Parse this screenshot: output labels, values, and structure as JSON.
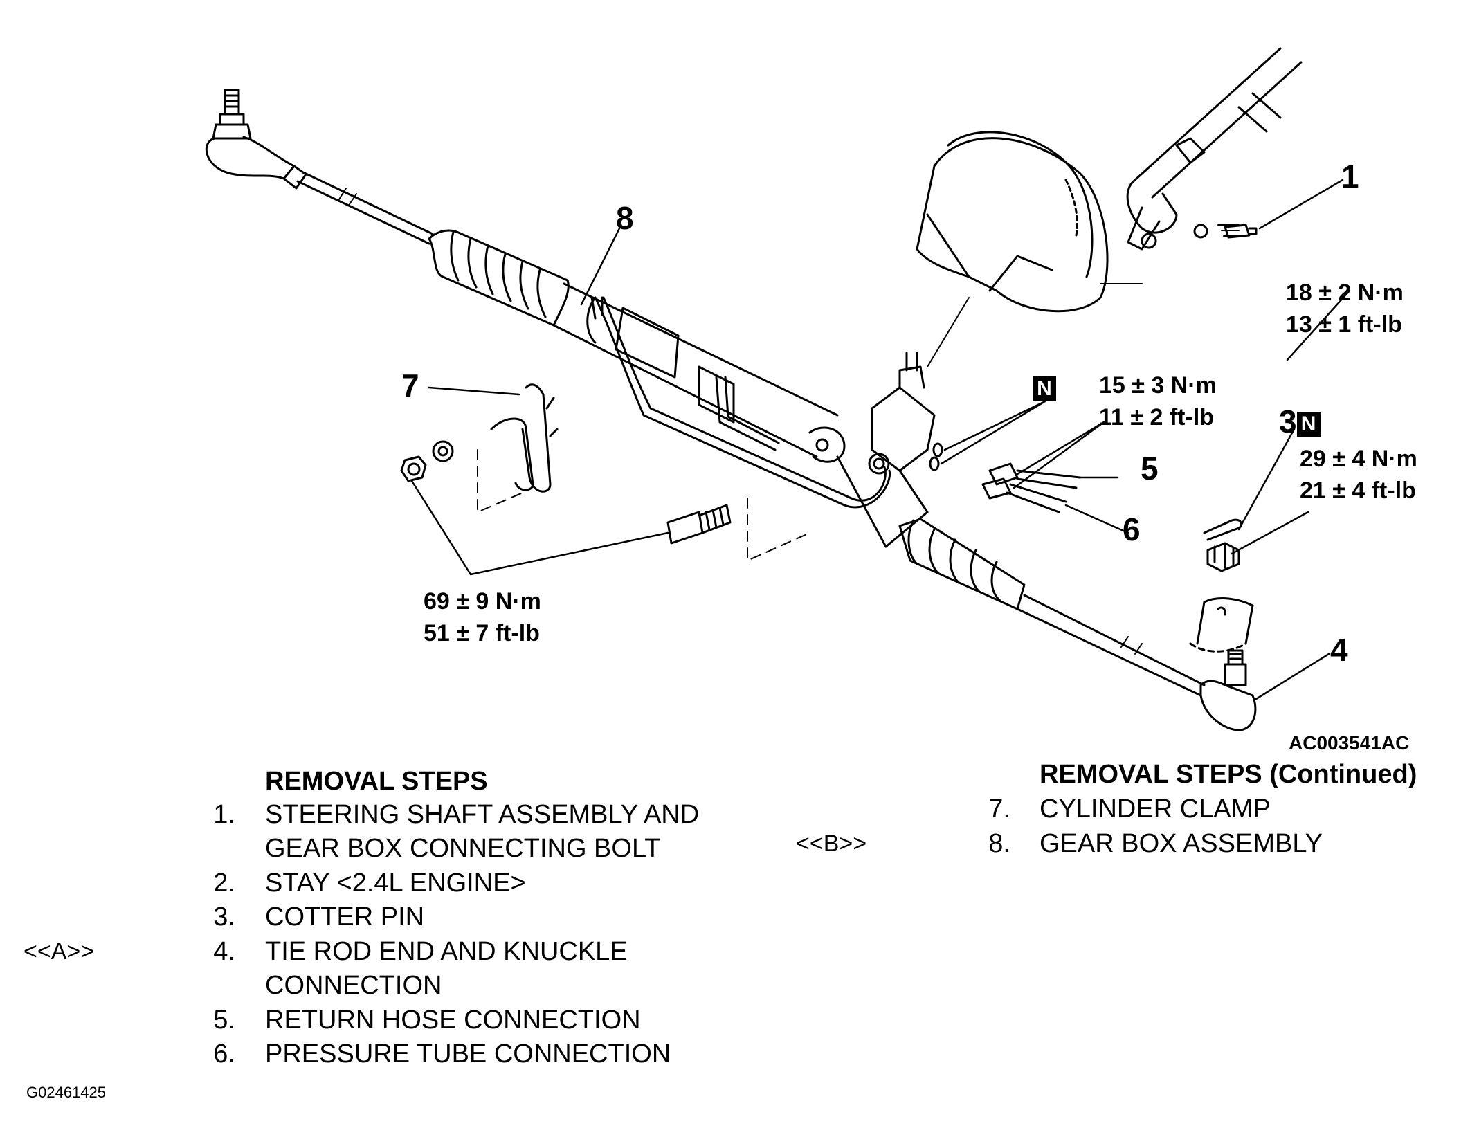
{
  "callouts": {
    "c1": "1",
    "c3": "3",
    "c4": "4",
    "c5": "5",
    "c6": "6",
    "c7": "7",
    "c8": "8",
    "n_mark": "N"
  },
  "torques": {
    "t1_nm": "18 ± 2 N·m",
    "t1_ft": "13 ± 1 ft-lb",
    "t5_nm": "15 ± 3 N·m",
    "t5_ft": "11 ± 2 ft-lb",
    "t3_nm": "29 ± 4 N·m",
    "t3_ft": "21 ± 4 ft-lb",
    "t7_nm": "69 ± 9 N·m",
    "t7_ft": "51 ± 7 ft-lb"
  },
  "diagram_code": "AC003541AC",
  "figure_code": "G02461425",
  "removal_steps": {
    "title": "REMOVAL STEPS",
    "items": [
      {
        "num": "1.",
        "lines": [
          "STEERING SHAFT ASSEMBLY AND",
          "GEAR BOX CONNECTING BOLT"
        ]
      },
      {
        "num": "2.",
        "lines": [
          "STAY <2.4L ENGINE>"
        ]
      },
      {
        "num": "3.",
        "lines": [
          "COTTER PIN"
        ]
      },
      {
        "num": "4.",
        "lines": [
          "TIE ROD END AND KNUCKLE",
          "CONNECTION"
        ],
        "ref": "<<A>>"
      },
      {
        "num": "5.",
        "lines": [
          "RETURN HOSE CONNECTION"
        ]
      },
      {
        "num": "6.",
        "lines": [
          "PRESSURE TUBE CONNECTION"
        ]
      }
    ]
  },
  "removal_steps_continued": {
    "title": "REMOVAL STEPS (Continued)",
    "items": [
      {
        "num": "7.",
        "lines": [
          "CYLINDER CLAMP"
        ]
      },
      {
        "num": "8.",
        "lines": [
          "GEAR BOX ASSEMBLY"
        ],
        "ref": "<<B>>"
      }
    ]
  }
}
